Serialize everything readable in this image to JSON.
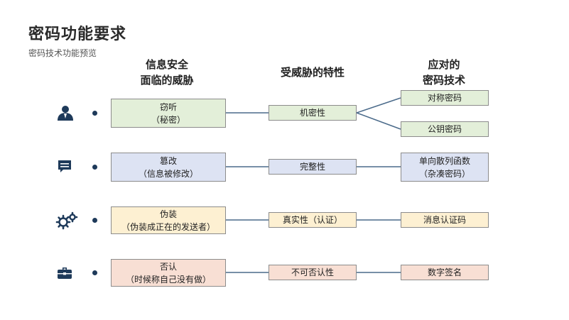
{
  "title": "密码功能要求",
  "subtitle": "密码技术功能预览",
  "headers": {
    "threats": [
      "信息安全",
      "面临的威胁"
    ],
    "properties": "受威胁的特性",
    "techniques": [
      "应对的",
      "密码技术"
    ]
  },
  "rows": [
    {
      "icon": "eavesdropper-person-icon",
      "threat": {
        "label": "窃听",
        "note": "（秘密）"
      },
      "property": "机密性",
      "techniques": [
        "对称密码",
        "公钥密码"
      ]
    },
    {
      "icon": "message-bubble-icon",
      "threat": {
        "label": "篡改",
        "note": "（信息被修改）"
      },
      "property": "完整性",
      "techniques": [
        {
          "label": "单向散列函数",
          "note": "（杂凑密码）"
        }
      ]
    },
    {
      "icon": "gears-icon",
      "threat": {
        "label": "伪装",
        "note": "（伪装成正在的发送者）"
      },
      "property": "真实性（认证）",
      "techniques": [
        "消息认证码"
      ]
    },
    {
      "icon": "briefcase-icon",
      "threat": {
        "label": "否认",
        "note": "（时候称自己没有做）"
      },
      "property": "不可否认性",
      "techniques": [
        "数字签名"
      ]
    }
  ],
  "colors": {
    "row1": "#e3efd9",
    "row2": "#dde3f3",
    "row3": "#fdf0d2",
    "row4": "#f8dfd4",
    "line": "#4a6a8a",
    "icon": "#1e3a5a"
  }
}
